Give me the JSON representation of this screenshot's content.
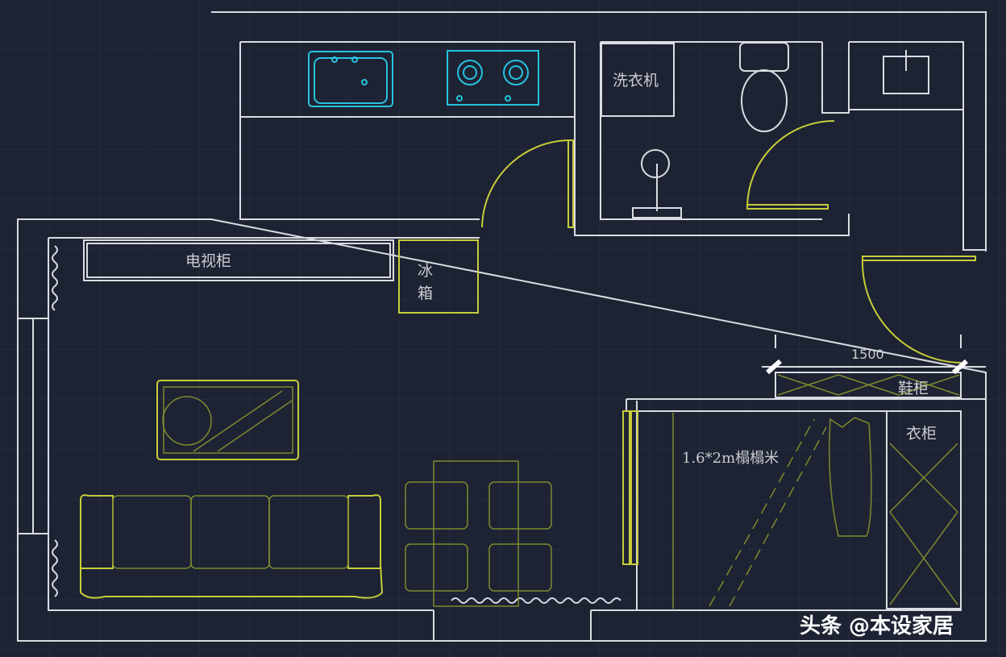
{
  "labels": {
    "tv_cabinet": "电视柜",
    "fridge_line1": "冰",
    "fridge_line2": "箱",
    "washer": "洗衣机",
    "dimension": "1500",
    "shoe_cabinet": "鞋柜",
    "wardrobe": "衣柜",
    "tatami": "1.6*2m榻榻米"
  },
  "watermark": "头条 @本设家居",
  "colors": {
    "background": "#1d2333",
    "wall": "#d9dde2",
    "furniture": "#c8cc3a",
    "fixture": "#28c2e0"
  }
}
